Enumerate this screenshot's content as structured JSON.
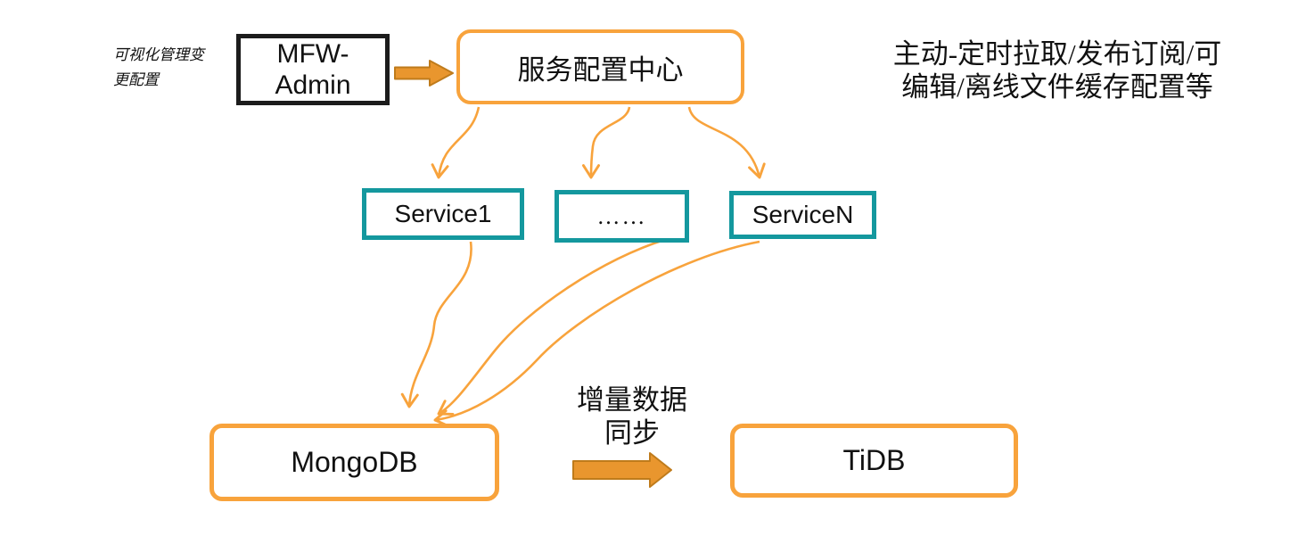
{
  "diagram": {
    "left_note": {
      "lines": [
        "可视化管理变",
        "更配置"
      ]
    },
    "right_note": {
      "lines": [
        "主动-定时拉取/发布订阅/可",
        "编辑/离线文件缓存配置等"
      ]
    },
    "sync_note": {
      "lines": [
        "增量数据",
        "同步"
      ]
    },
    "nodes": {
      "admin": {
        "lines": [
          "MFW-",
          "Admin"
        ]
      },
      "config_center": {
        "label": "服务配置中心"
      },
      "service1": {
        "label": "Service1"
      },
      "service_more": {
        "label": "……"
      },
      "serviceN": {
        "label": "ServiceN"
      },
      "mongodb": {
        "label": "MongoDB"
      },
      "tidb": {
        "label": "TiDB"
      }
    },
    "colors": {
      "orange_line": "#F8A33C",
      "block_arrow_fill": "#E9962E",
      "block_arrow_edge": "#BF7B1B",
      "teal_border": "#14989E",
      "admin_border": "#1C1C1C",
      "text": "#111111"
    }
  }
}
